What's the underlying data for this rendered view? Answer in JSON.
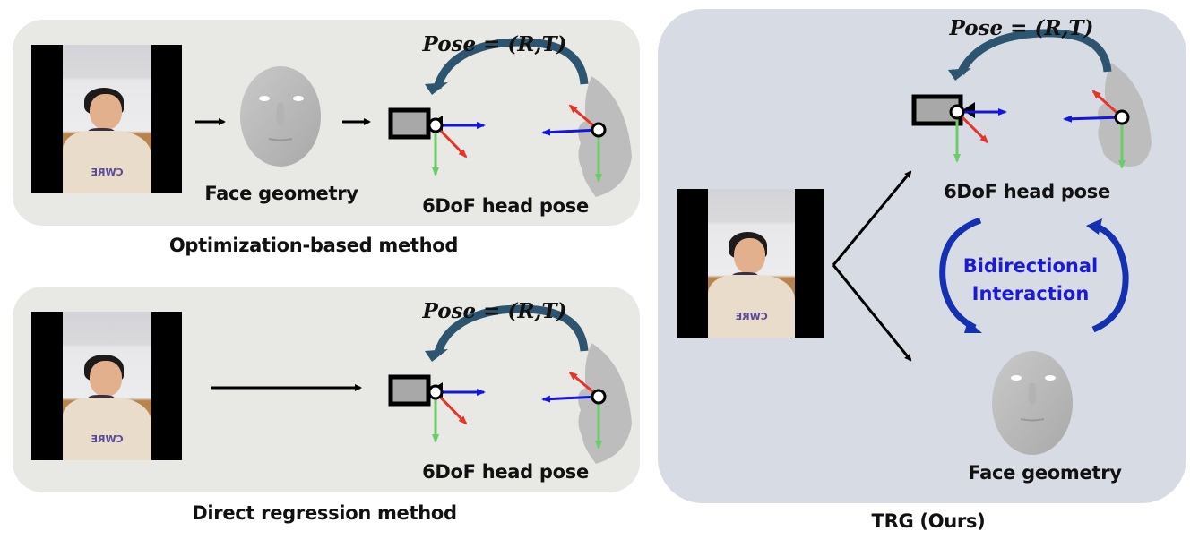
{
  "panels": {
    "optimization": {
      "caption": "Optimization-based method",
      "face_label": "Face geometry",
      "pose_label": "6DoF head pose",
      "formula": "Pose = (R,T)"
    },
    "regression": {
      "caption": "Direct regression method",
      "pose_label": "6DoF head pose",
      "formula": "Pose = (R,T)"
    },
    "trg": {
      "caption": "TRG (Ours)",
      "pose_label": "6DoF head pose",
      "face_label": "Face geometry",
      "formula": "Pose = (R,T)",
      "interaction_line1": "Bidirectional",
      "interaction_line2": "Interaction"
    }
  },
  "photo": {
    "shirt_text": "CWRE"
  },
  "colors": {
    "panel_gray": "#e8e8e4",
    "panel_blue": "#d7dbe4",
    "pose_arrow": "#2e5570",
    "interaction_arrow": "#1530b0",
    "interaction_text": "#1b1bd6",
    "axis_x": "#1515e0",
    "axis_y": "#6ccc6c",
    "axis_z": "#e8332a"
  }
}
